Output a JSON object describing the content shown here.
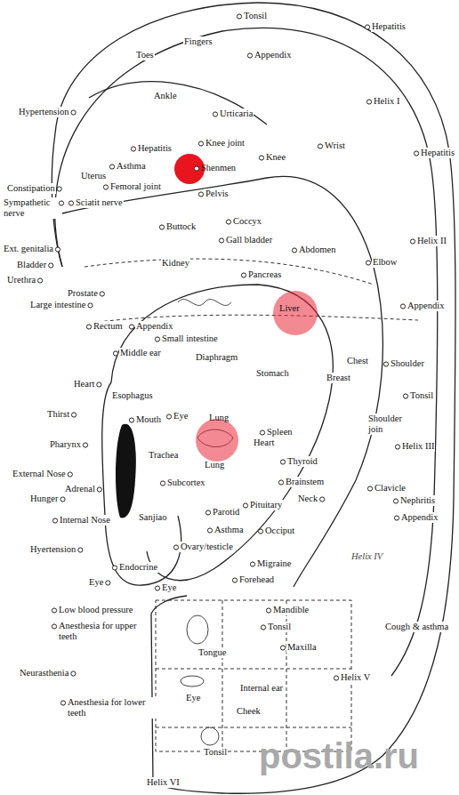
{
  "diagram": {
    "labels": [
      "Tonsil",
      "Fingers",
      "Toes",
      "Appendix",
      "Hepatitis",
      "Helix I",
      "Ankle",
      "Hypertension",
      "Urticaria",
      "Hepatitis",
      "Knee joint",
      "Wrist",
      "Hepatitis",
      "Asthma",
      "Shenmen",
      "Knee",
      "Uterus",
      "Constipation",
      "Femoral joint",
      "Sympathetic nerve",
      "Sciatit nerve",
      "Pelvis",
      "Buttock",
      "Coccyx",
      "Ext. genitalia",
      "Gall bladder",
      "Abdomen",
      "Helix II",
      "Bladder",
      "Kidney",
      "Elbow",
      "Pancreas",
      "Urethra",
      "Prostate",
      "Large intestine",
      "Appendix",
      "Liver",
      "Rectum",
      "Appendix",
      "Small intestine",
      "Middle ear",
      "Diaphragm",
      "Chest",
      "Shoulder",
      "Stomach",
      "Breast",
      "Heart",
      "Esophagus",
      "Tonsil",
      "Thirst",
      "Mouth",
      "Eye",
      "Lung",
      "Shoulder join",
      "Spleen",
      "Heart",
      "Pharynx",
      "Helix III",
      "Trachea",
      "Lung",
      "Thyroid",
      "External Nose",
      "Subcortex",
      "Brainstem",
      "Clavicle",
      "Adrenal",
      "Hunger",
      "Neck",
      "Nephritis",
      "Pituitary",
      "Parotid",
      "Sanjiao",
      "Internal Nose",
      "Appendix",
      "Asthma",
      "Occiput",
      "Ovary/testicle",
      "Hyertension",
      "Helix IV",
      "Migraine",
      "Endocrine",
      "Forehead",
      "Eye",
      "Eye",
      "Low blood pressure",
      "Mandible",
      "Anesthesia for upper teeth",
      "Tonsil",
      "Cough & asthma",
      "Maxilla",
      "Tongue",
      "Neurasthenia",
      "Helix V",
      "Internal ear",
      "Eye",
      "Anesthesia for lower teeth",
      "Cheek",
      "Tonsil",
      "Helix VI",
      "postila.ru"
    ]
  }
}
